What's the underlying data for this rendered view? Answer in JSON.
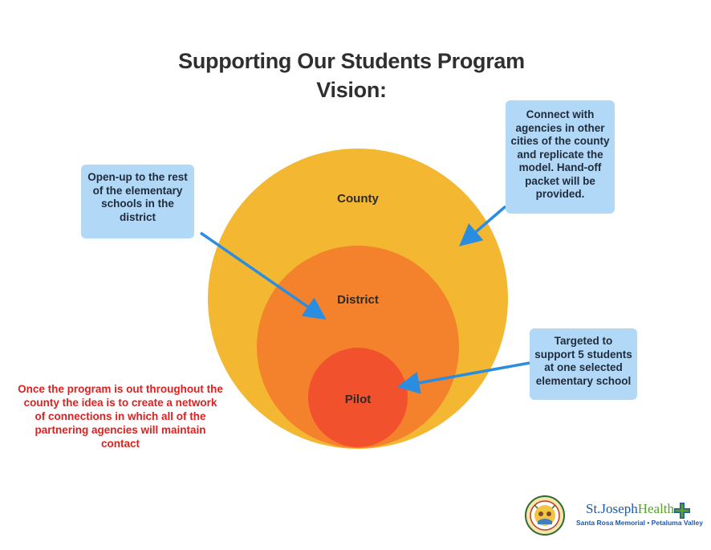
{
  "title": {
    "line1": "Supporting Our Students Program",
    "line2": "Vision:"
  },
  "circles": {
    "outer": {
      "label": "County",
      "color": "#f4b731"
    },
    "middle": {
      "label": "District",
      "color": "#f4812c"
    },
    "inner": {
      "label": "Pilot",
      "color": "#f2512d"
    }
  },
  "callouts": {
    "district": "Open-up to the rest of the elementary schools in the district",
    "county": "Connect with agencies in other cities of the county and replicate the model. Hand-off packet will be provided.",
    "pilot": "Targeted to support 5 students at one selected elementary school",
    "box_color": "#b2d8f7",
    "arrow_color": "#2b8de0"
  },
  "note": {
    "text": "Once the program is out throughout the county the idea is to create a network of connections in which all of the partnering agencies will maintain contact",
    "color": "#e02020"
  },
  "logos": {
    "sjh_name_part1": "St.Joseph",
    "sjh_name_part2": "Health",
    "sjh_sub": "Santa Rosa Memorial • Petaluma Valley"
  }
}
